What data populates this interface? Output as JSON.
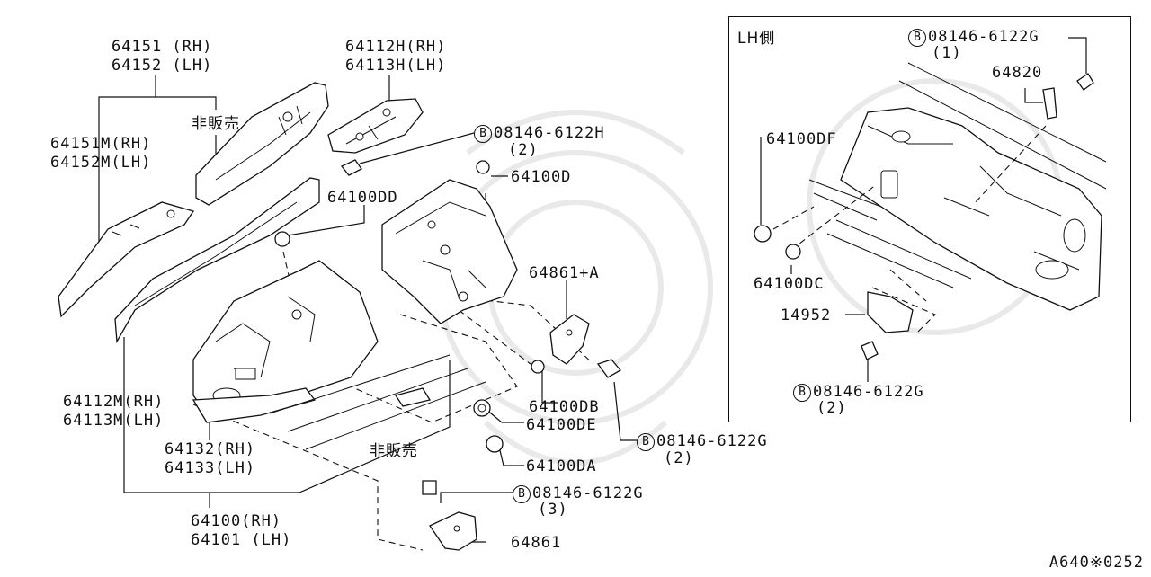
{
  "labels": {
    "p64151": "64151 (RH)",
    "p64152": "64152 (LH)",
    "p64112h": "64112H(RH)",
    "p64113h": "64113H(LH)",
    "not_sold_1": "非販売",
    "p64151m": "64151M(RH)",
    "p64152m": "64152M(LH)",
    "b_08146_6122h": "08146-6122H",
    "b_08146_6122h_qty": "(2)",
    "p64100d": "64100D",
    "p64100dd": "64100DD",
    "p64861a": "64861+A",
    "p64112m": "64112M(RH)",
    "p64113m": "64113M(LH)",
    "p64100db": "64100DB",
    "p64100de": "64100DE",
    "b_08146_6122g_a": "08146-6122G",
    "b_08146_6122g_a_qty": "(2)",
    "p64132": "64132(RH)",
    "p64133": "64133(LH)",
    "not_sold_2": "非販売",
    "p64100da": "64100DA",
    "b_08146_6122g_b": "08146-6122G",
    "b_08146_6122g_b_qty": "(3)",
    "p64100": "64100(RH)",
    "p64101": "64101 (LH)",
    "p64861": "64861"
  },
  "bolt_symbol": "B",
  "inset": {
    "title": "LH側",
    "b_08146_6122g_top": "08146-6122G",
    "b_08146_6122g_top_qty": "(1)",
    "p64820": "64820",
    "p64100df": "64100DF",
    "p64100dc": "64100DC",
    "p14952": "14952",
    "b_08146_6122g_bottom": "08146-6122G",
    "b_08146_6122g_bottom_qty": "(2)"
  },
  "reference_code": "A640※0252"
}
